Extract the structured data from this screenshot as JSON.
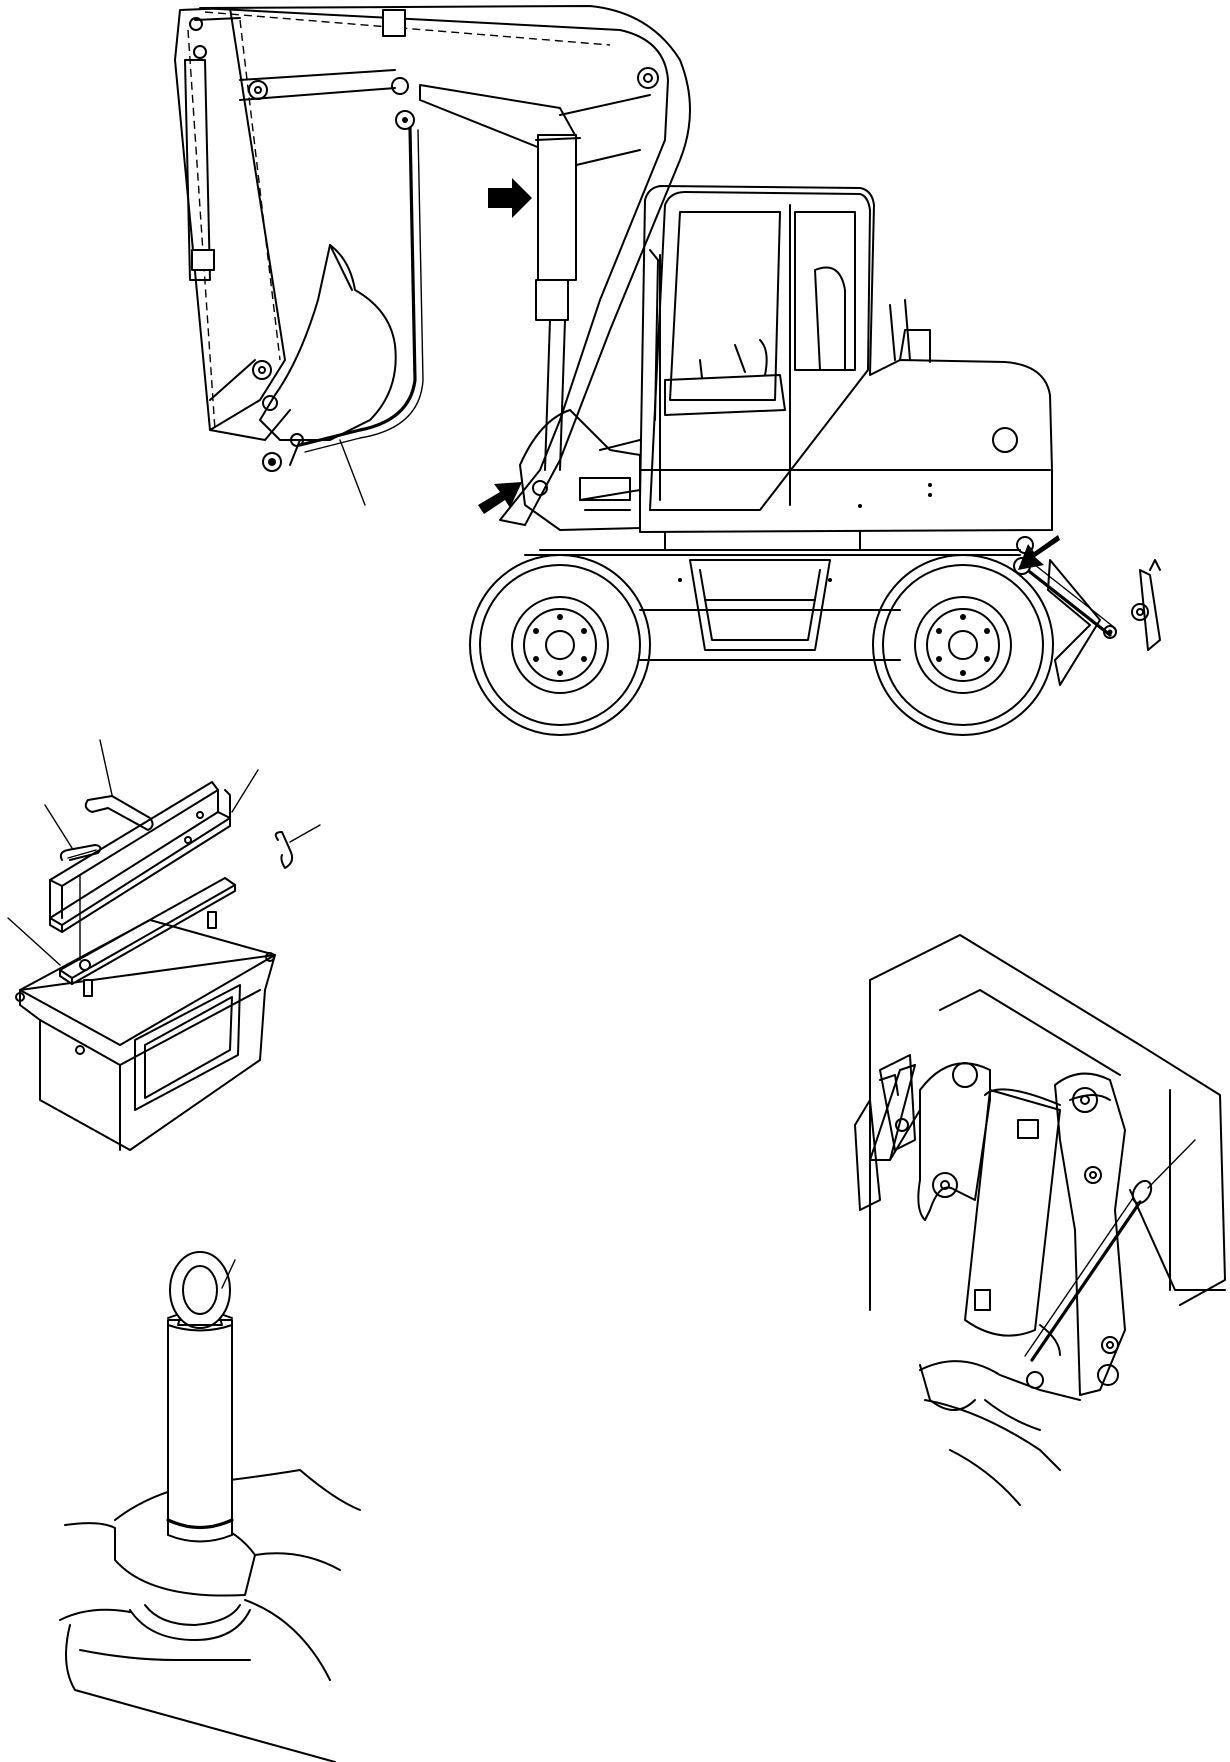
{
  "figure": {
    "views": [
      {
        "id": "machine-side-view",
        "arrow_markers": 3
      },
      {
        "id": "lock-bar-and-toolbox-detail",
        "leaders": 4
      },
      {
        "id": "lifting-eye-pin-detail",
        "leaders": 1
      },
      {
        "id": "pin-and-cotter-detail",
        "leaders": 1
      }
    ],
    "labels": []
  }
}
